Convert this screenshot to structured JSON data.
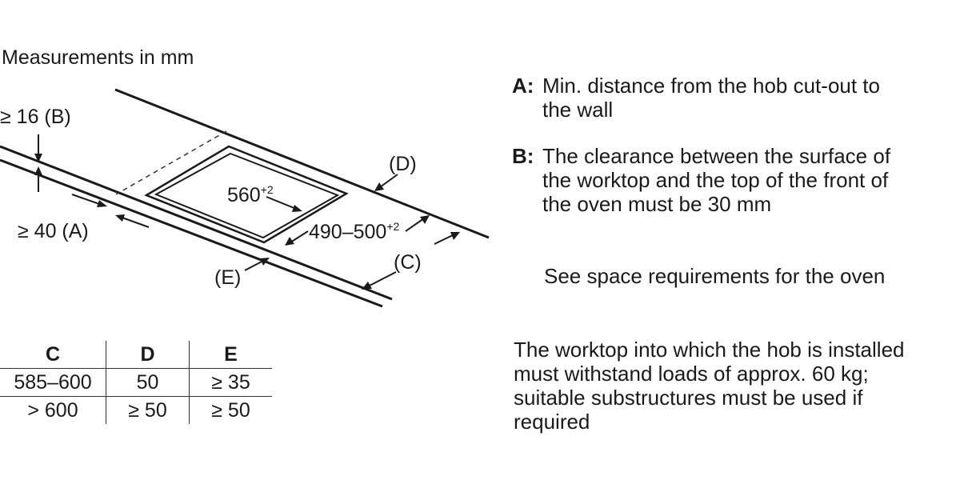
{
  "heading": "Measurements in mm",
  "diagram": {
    "labels": {
      "b": "≥ 16 (B)",
      "a": "≥ 40 (A)",
      "cutout_width": "560",
      "cutout_width_tol": "+2",
      "cutout_depth": "490–500",
      "cutout_depth_tol": "+2",
      "d": "(D)",
      "c": "(C)",
      "e": "(E)"
    }
  },
  "table": {
    "headers": [
      "C",
      "D",
      "E"
    ],
    "rows": [
      [
        "585–600",
        "50",
        "≥ 35"
      ],
      [
        "> 600",
        "≥ 50",
        "≥ 50"
      ]
    ]
  },
  "notes": {
    "a_key": "A:",
    "a_lines": [
      "Min. distance from the hob cut-out to",
      "the wall"
    ],
    "b_key": "B:",
    "b_lines": [
      "The clearance between the surface of",
      "the worktop and the top of the front of",
      "the oven must be 30 mm"
    ],
    "c_text": "See space requirements for the oven",
    "worktop_lines": [
      "The worktop into which the hob is installed",
      "must withstand loads of approx. 60 kg;",
      "suitable substructures must be used if",
      "required"
    ]
  }
}
